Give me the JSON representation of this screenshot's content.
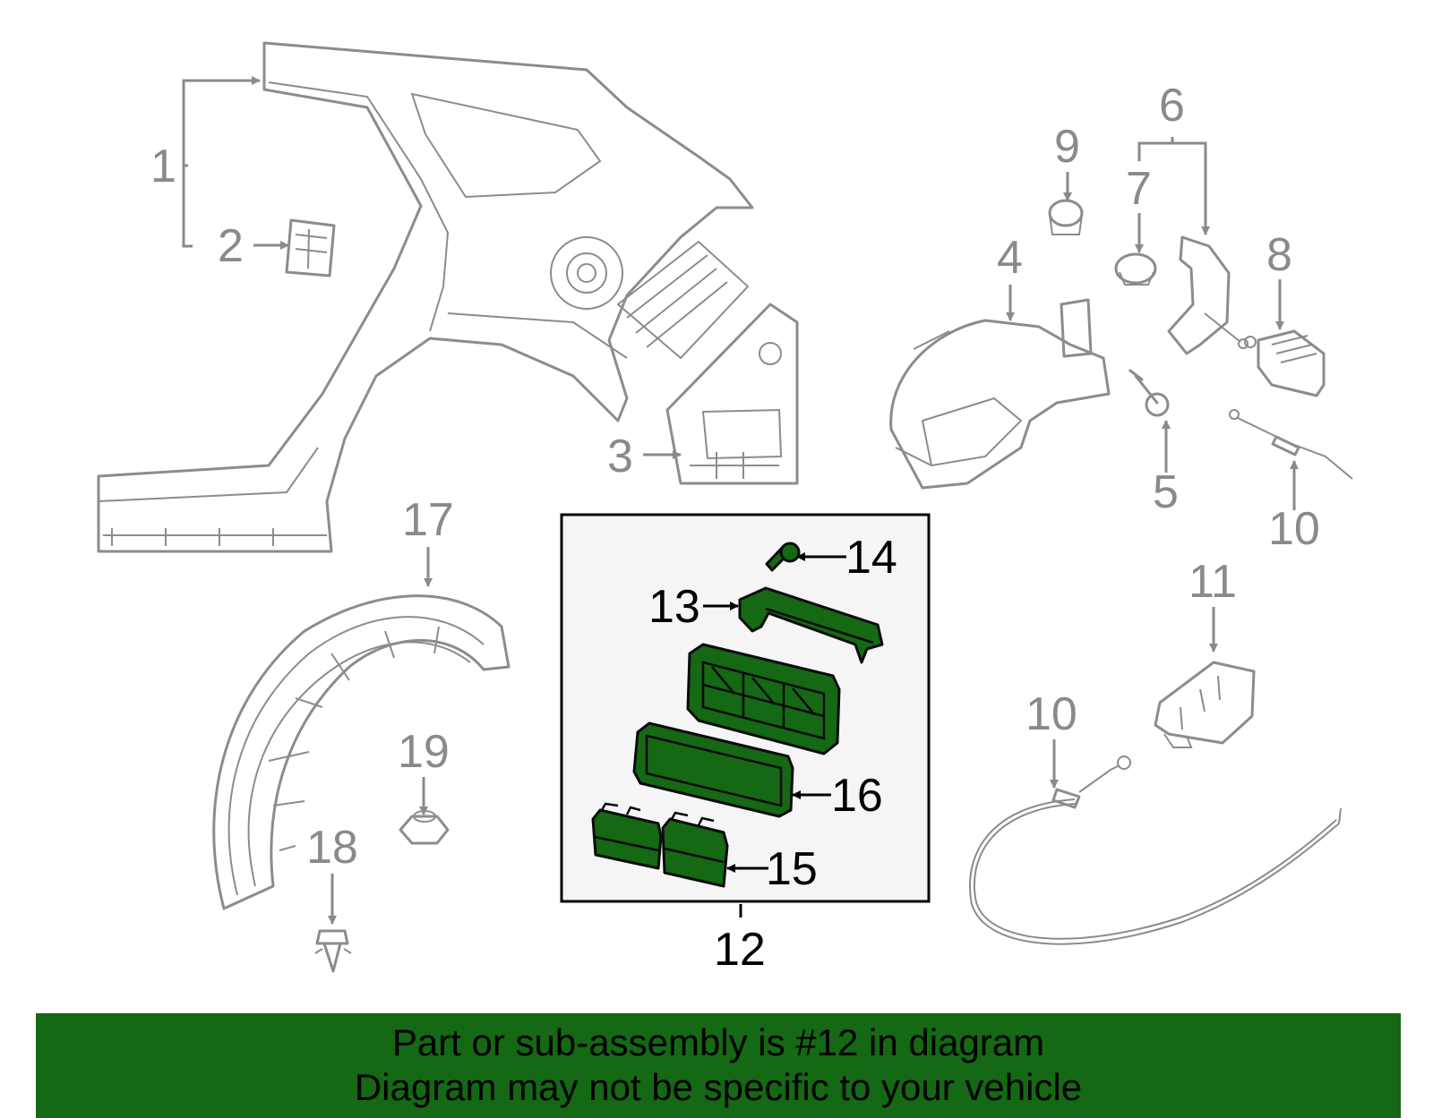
{
  "callouts": {
    "c1": "1",
    "c2": "2",
    "c3": "3",
    "c4": "4",
    "c5": "5",
    "c6": "6",
    "c7": "7",
    "c8": "8",
    "c9": "9",
    "c10a": "10",
    "c10b": "10",
    "c11": "11",
    "c12": "12",
    "c13": "13",
    "c14": "14",
    "c15": "15",
    "c16": "16",
    "c17": "17",
    "c18": "18",
    "c19": "19"
  },
  "colors": {
    "highlight": "#156814",
    "part_outline": "#8c8c8c",
    "banner_background": "#156814"
  },
  "banner": {
    "line1": "Part or sub-assembly is #12 in diagram",
    "line2": "Diagram may not be specific to your vehicle"
  }
}
